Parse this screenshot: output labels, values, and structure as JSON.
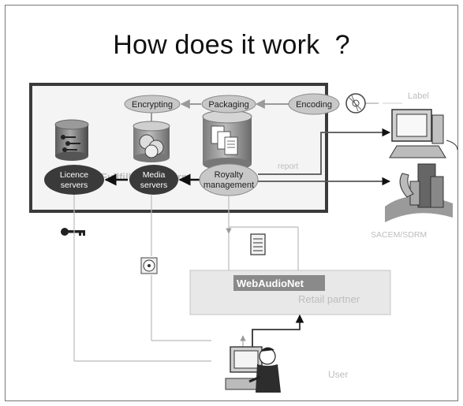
{
  "slide": {
    "title": "How does it work  ?"
  },
  "platform": {
    "label": "Fullfilling platform",
    "nodes": {
      "encrypting": "Encrypting",
      "packaging": "Packaging",
      "encoding": "Encoding",
      "licence_servers": [
        "Licence",
        "servers"
      ],
      "media_servers": [
        "Media",
        "servers"
      ],
      "royalty_management": [
        "Royalty",
        "management"
      ]
    }
  },
  "external": {
    "label": "Label",
    "report": "report",
    "sacem": "SACEM/SDRM",
    "webaudionet": "WebAudioNet",
    "retail_partner": "Retail partner",
    "user": "User"
  },
  "icons": [
    "cd-icon",
    "key-icon",
    "document-icon",
    "computer-icon",
    "building-icon",
    "user-at-computer-icon",
    "database-icon"
  ],
  "colors": {
    "dark_node": "#3a3a3a",
    "light_node": "#c8c8c8",
    "faint_text": "#bdbdbd",
    "retail_box": "#e8e8e8"
  }
}
